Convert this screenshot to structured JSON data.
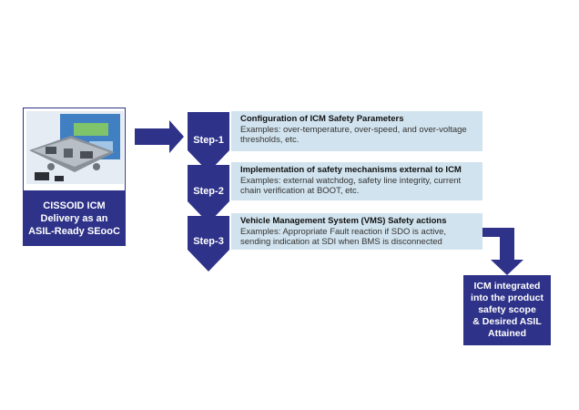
{
  "source": {
    "lines": [
      "CISSOID ICM",
      "Delivery as an",
      "ASIL-Ready SEooC"
    ]
  },
  "steps": [
    {
      "label": "Step-1",
      "title": "Configuration of ICM Safety Parameters",
      "desc": "Examples: over-temperature, over-speed, and over-voltage thresholds, etc."
    },
    {
      "label": "Step-2",
      "title": "Implementation of safety mechanisms external to ICM",
      "desc": "Examples: external watchdog, safety line integrity, current chain verification at BOOT, etc."
    },
    {
      "label": "Step-3",
      "title": "Vehicle Management System (VMS) Safety actions",
      "desc": "Examples: Appropriate Fault reaction if SDO is active, sending indication at SDI when BMS is disconnected"
    }
  ],
  "result": {
    "lines": [
      "ICM integrated",
      "into the product",
      "safety scope",
      "& Desired ASIL",
      "Attained"
    ]
  },
  "colors": {
    "navy": "#2e3288",
    "step_bg": "#d1e3ee",
    "chevron": "#2e3288"
  }
}
